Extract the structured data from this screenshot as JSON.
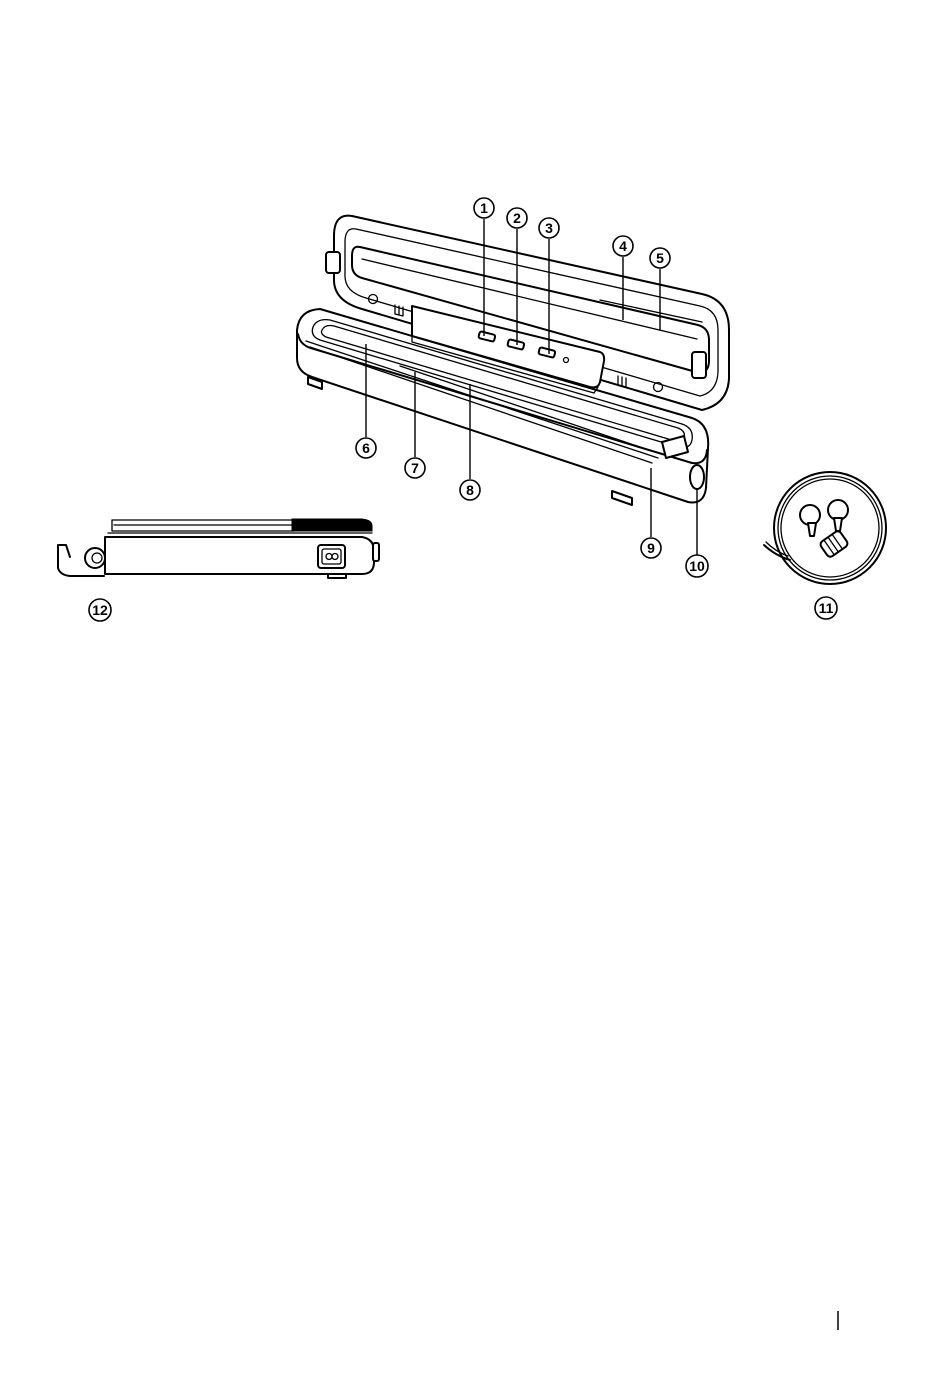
{
  "callouts": [
    {
      "label": "1"
    },
    {
      "label": "2"
    },
    {
      "label": "3"
    },
    {
      "label": "4"
    },
    {
      "label": "5"
    },
    {
      "label": "6"
    },
    {
      "label": "7"
    },
    {
      "label": "8"
    },
    {
      "label": "9"
    },
    {
      "label": "10"
    },
    {
      "label": "11"
    },
    {
      "label": "12"
    }
  ],
  "colors": {
    "ink": "#000000",
    "paper": "#ffffff"
  }
}
